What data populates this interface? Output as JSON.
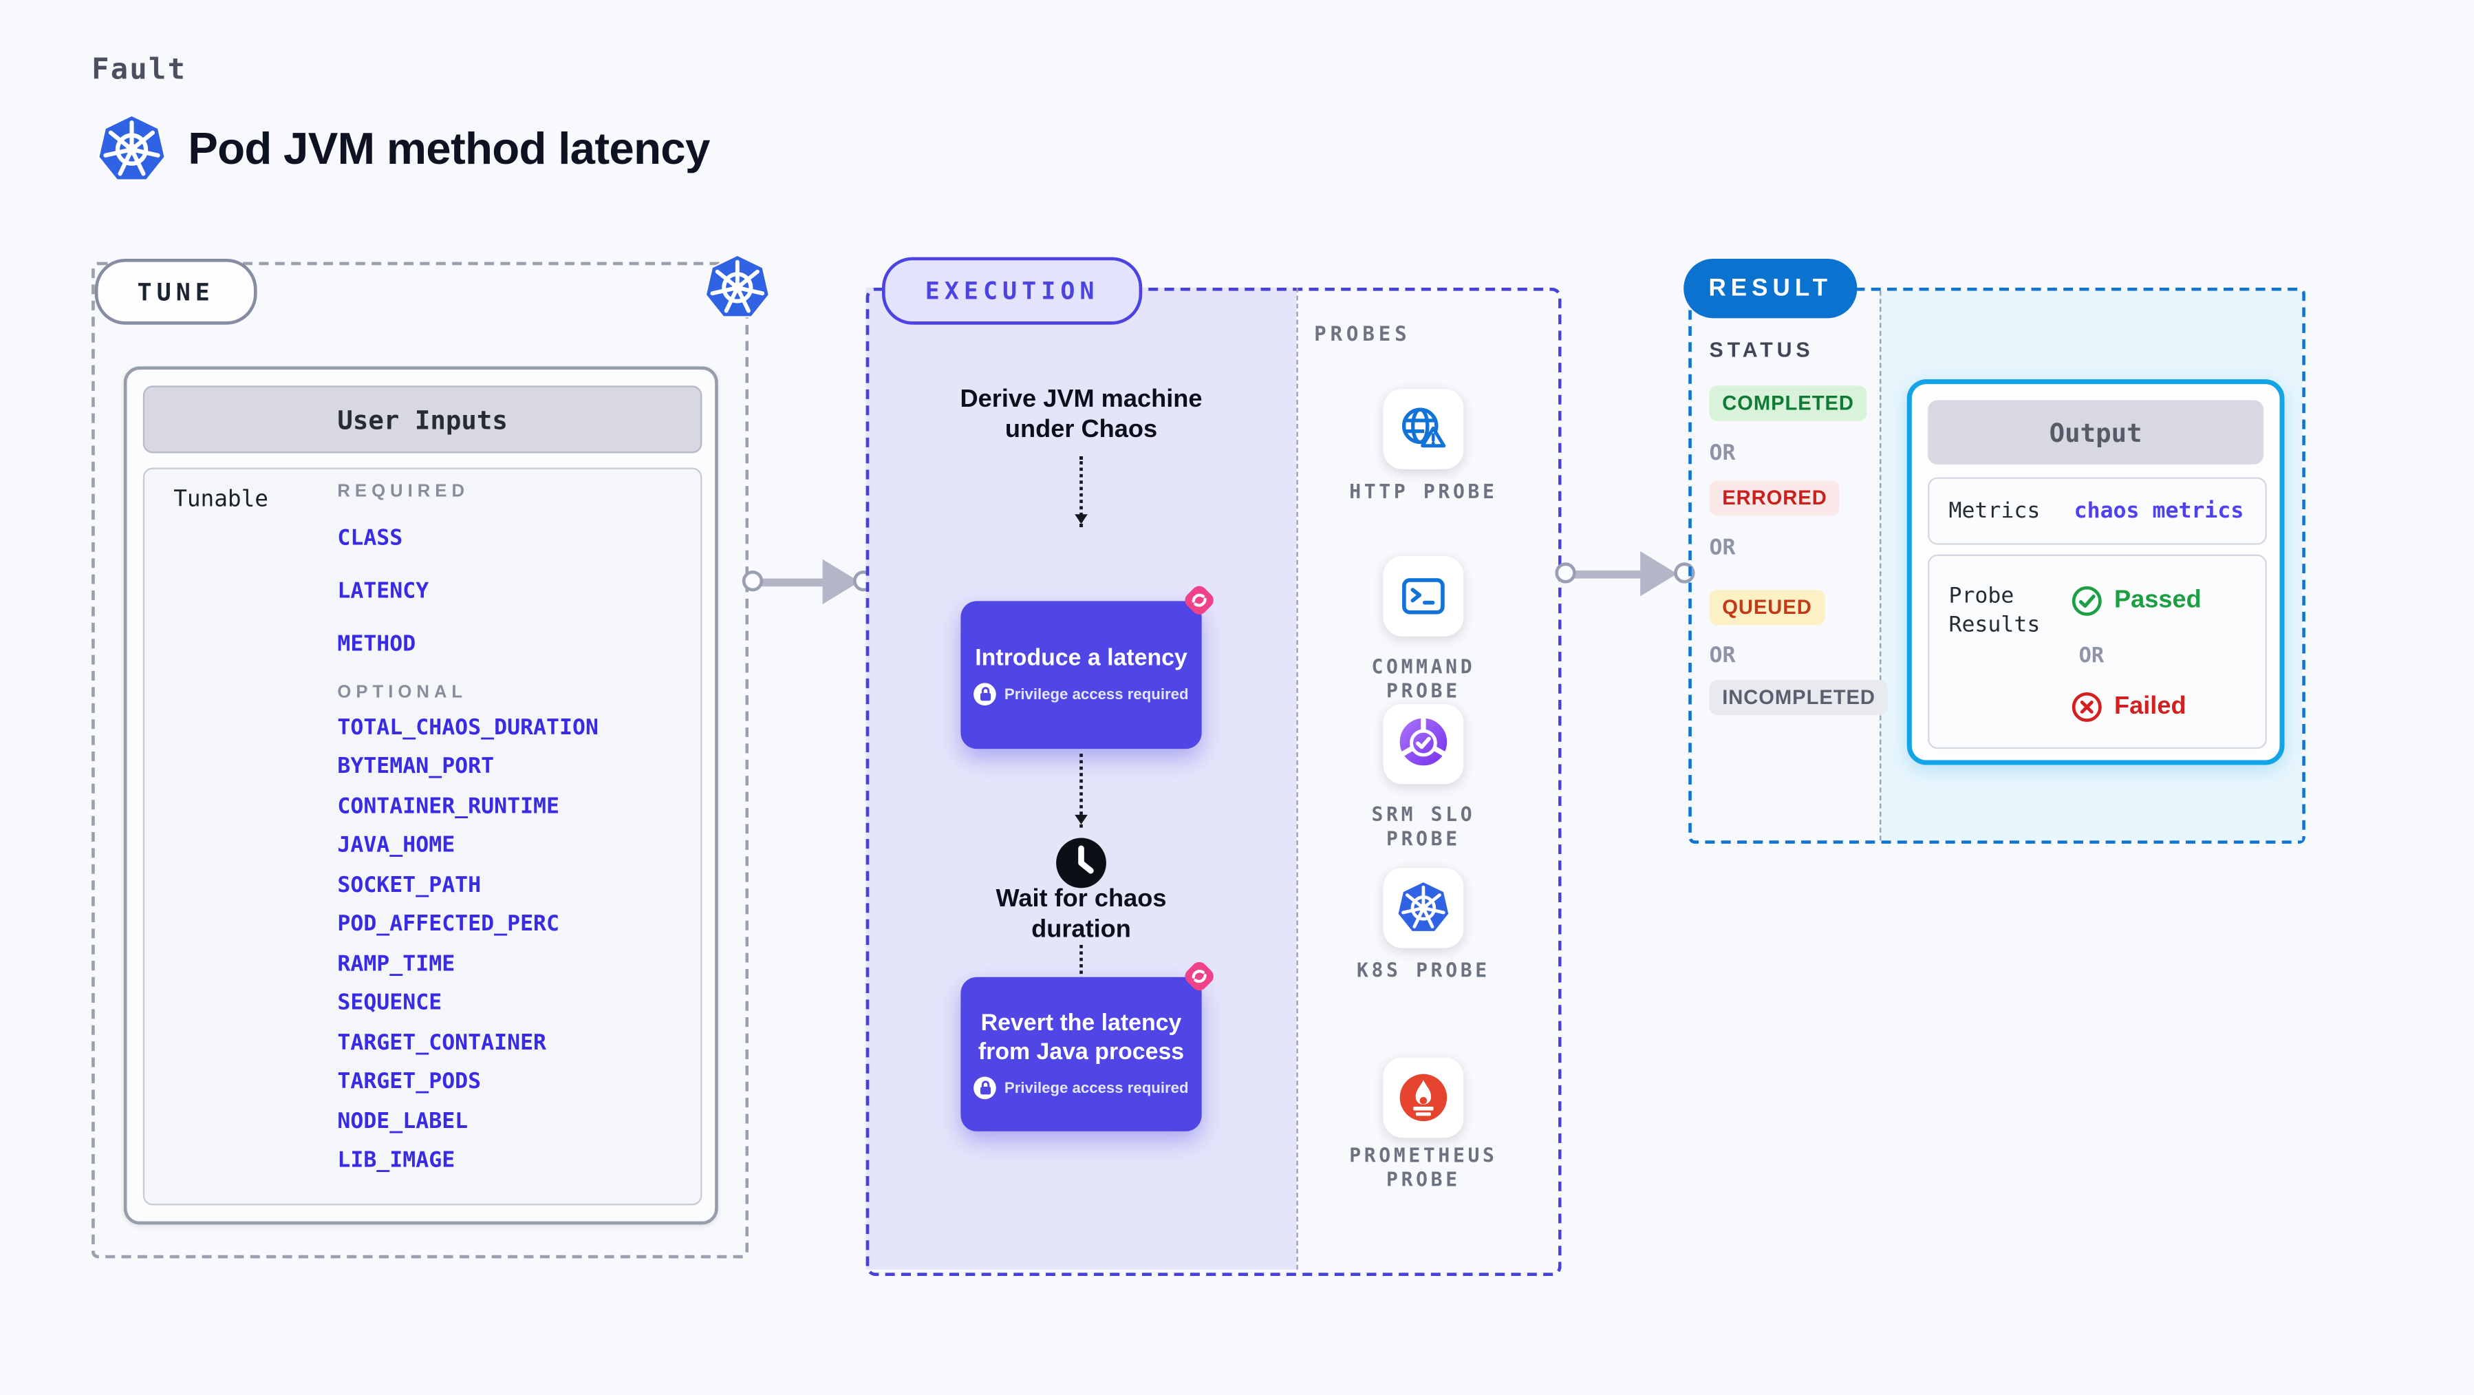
{
  "header": {
    "kicker": "Fault",
    "title": "Pod JVM method latency"
  },
  "tune": {
    "pill": "TUNE",
    "user_inputs_title": "User Inputs",
    "tunable_label": "Tunable",
    "required_label": "REQUIRED",
    "optional_label": "OPTIONAL",
    "required": [
      "CLASS",
      "LATENCY",
      "METHOD"
    ],
    "optional": [
      "TOTAL_CHAOS_DURATION",
      "BYTEMAN_PORT",
      "CONTAINER_RUNTIME",
      "JAVA_HOME",
      "SOCKET_PATH",
      "POD_AFFECTED_PERC",
      "RAMP_TIME",
      "SEQUENCE",
      "TARGET_CONTAINER",
      "TARGET_PODS",
      "NODE_LABEL",
      "LIB_IMAGE"
    ]
  },
  "execution": {
    "pill": "EXECUTION",
    "derive": {
      "lines": [
        "Derive JVM machine",
        "under Chaos"
      ]
    },
    "introduce": {
      "title": "Introduce a latency",
      "note": "Privilege access required"
    },
    "wait": {
      "lines": [
        "Wait for chaos",
        "duration"
      ]
    },
    "revert": {
      "lines": [
        "Revert the latency",
        "from Java process"
      ],
      "note": "Privilege access required"
    }
  },
  "probes": {
    "section_label": "PROBES",
    "items": [
      {
        "icon": "globe-alert-icon",
        "lines": [
          "HTTP PROBE"
        ]
      },
      {
        "icon": "terminal-icon",
        "lines": [
          "COMMAND",
          "PROBE"
        ]
      },
      {
        "icon": "slo-donut-icon",
        "lines": [
          "SRM SLO",
          "PROBE"
        ]
      },
      {
        "icon": "kubernetes-icon",
        "lines": [
          "K8S PROBE"
        ]
      },
      {
        "icon": "prometheus-flame-icon",
        "lines": [
          "PROMETHEUS",
          "PROBE"
        ]
      }
    ]
  },
  "result": {
    "pill": "RESULT",
    "status_label": "STATUS",
    "statuses": [
      {
        "label": "COMPLETED",
        "kind": "success"
      },
      {
        "label": "OR"
      },
      {
        "label": "ERRORED",
        "kind": "error"
      },
      {
        "label": "OR"
      },
      {
        "label": "QUEUED",
        "kind": "warning"
      },
      {
        "label": "OR"
      },
      {
        "label": "INCOMPLETED",
        "kind": "neutral"
      }
    ],
    "output": {
      "title": "Output",
      "metrics_label": "Metrics",
      "metrics_value": "chaos metrics",
      "probe_results_lines": [
        "Probe",
        "Results"
      ],
      "passed": "Passed",
      "or": "OR",
      "failed": "Failed"
    }
  },
  "colors": {
    "background": "#f8f9fc",
    "indigo_accent": "#4f46e5",
    "execution_fill": "#e5e5fa",
    "tunable_blue": "#392be4",
    "result_blue": "#0c72cf",
    "output_cyan_border": "#12a4e6",
    "output_cyan_fill": "#e7f5fc",
    "kubernetes_blue": "#2f63e3",
    "probe_icon_blue": "#1273d6",
    "srm_purple": "#7c3aed",
    "prometheus_orange": "#e5452f",
    "chaos_pink": "#ef4289",
    "success_green": "#0f7a34",
    "error_red": "#c9201d",
    "queued_amber": "#c23a18"
  }
}
